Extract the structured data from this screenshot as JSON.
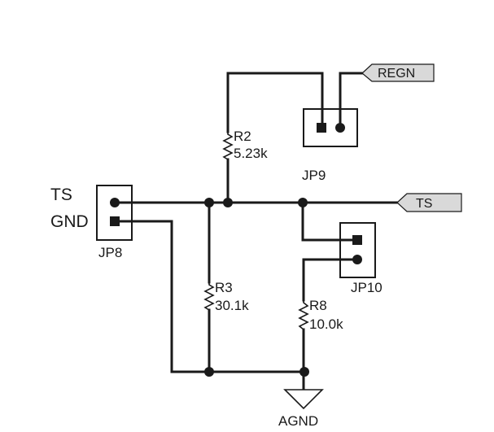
{
  "labels": {
    "ts_pin": "TS",
    "gnd_pin": "GND",
    "jp8": "JP8",
    "jp9": "JP9",
    "jp10": "JP10",
    "r2_ref": "R2",
    "r2_value": "5.23k",
    "r3_ref": "R3",
    "r3_value": "30.1k",
    "r8_ref": "R8",
    "r8_value": "10.0k",
    "regn_net": "REGN",
    "ts_net": "TS",
    "agnd": "AGND"
  },
  "colors": {
    "line": "#1a1a1a",
    "flag_fill": "#d9d9d9",
    "background": "#ffffff"
  }
}
